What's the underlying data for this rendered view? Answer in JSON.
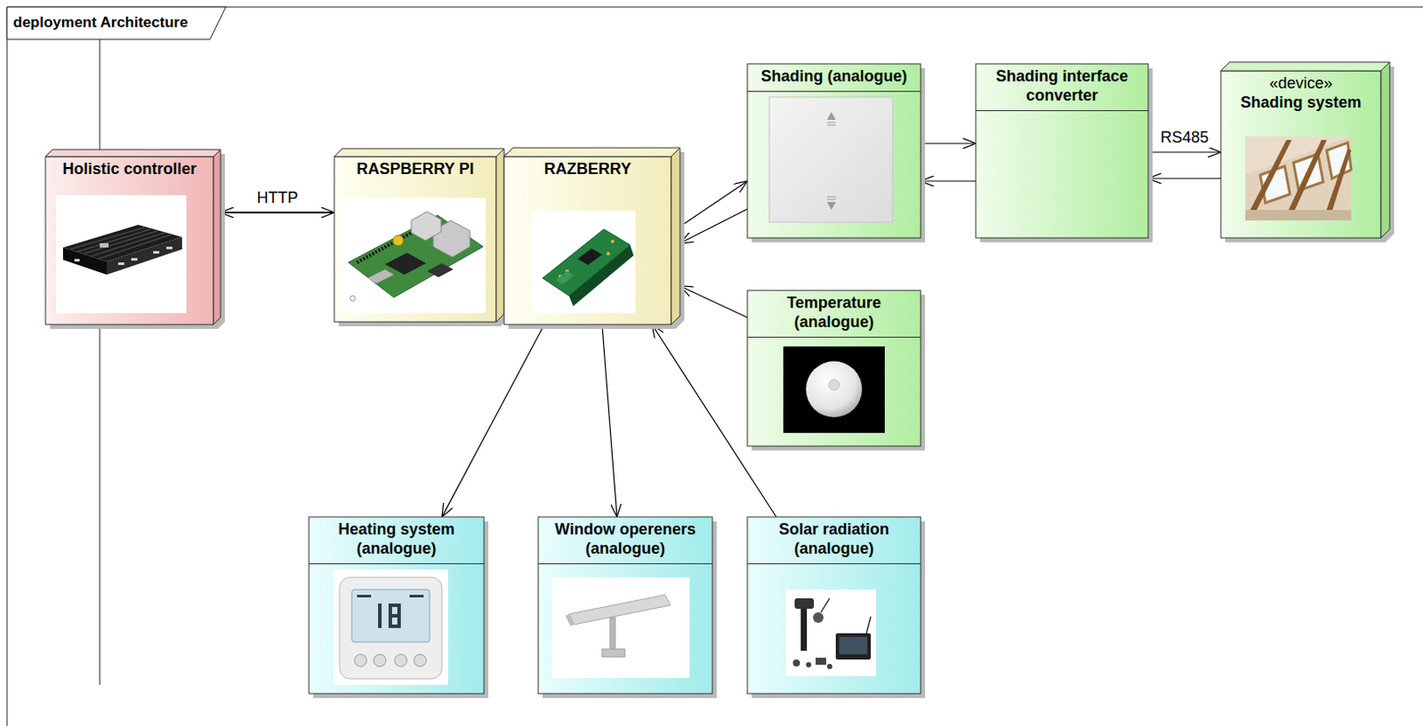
{
  "diagram": {
    "title": "deployment Architecture",
    "nodes": [
      {
        "text": [
          "Holistic controller"
        ]
      },
      {
        "text": [
          "RASPBERRY PI"
        ]
      },
      {
        "text": [
          "RAZBERRY"
        ]
      },
      {
        "text": [
          "Shading (analogue)"
        ]
      },
      {
        "text": [
          "Shading interface converter"
        ]
      },
      {
        "text": [
          "«device»",
          "Shading system"
        ]
      },
      {
        "text": [
          "Temperature (analogue)"
        ]
      },
      {
        "text": [
          "Heating system (analogue)"
        ]
      },
      {
        "text": [
          "Window opereners (analogue)"
        ]
      },
      {
        "text": [
          "Solar radiation (analogue)"
        ]
      }
    ],
    "edges": [
      {
        "from": 0,
        "to": 1,
        "label": "HTTP",
        "arrow": "both"
      },
      {
        "from": 2,
        "to": 3,
        "arrow": "to"
      },
      {
        "from": 3,
        "to": 2,
        "arrow": "to"
      },
      {
        "from": 3,
        "to": 4,
        "arrow": "to"
      },
      {
        "from": 4,
        "to": 3,
        "arrow": "to"
      },
      {
        "from": 4,
        "to": 5,
        "label": "RS485",
        "arrow": "to"
      },
      {
        "from": 5,
        "to": 4,
        "arrow": "to"
      },
      {
        "from": 6,
        "to": 2,
        "arrow": "to"
      },
      {
        "from": 2,
        "to": 7,
        "arrow": "to"
      },
      {
        "from": 2,
        "to": 8,
        "arrow": "to"
      },
      {
        "from": 9,
        "to": 2,
        "arrow": "to"
      }
    ]
  }
}
